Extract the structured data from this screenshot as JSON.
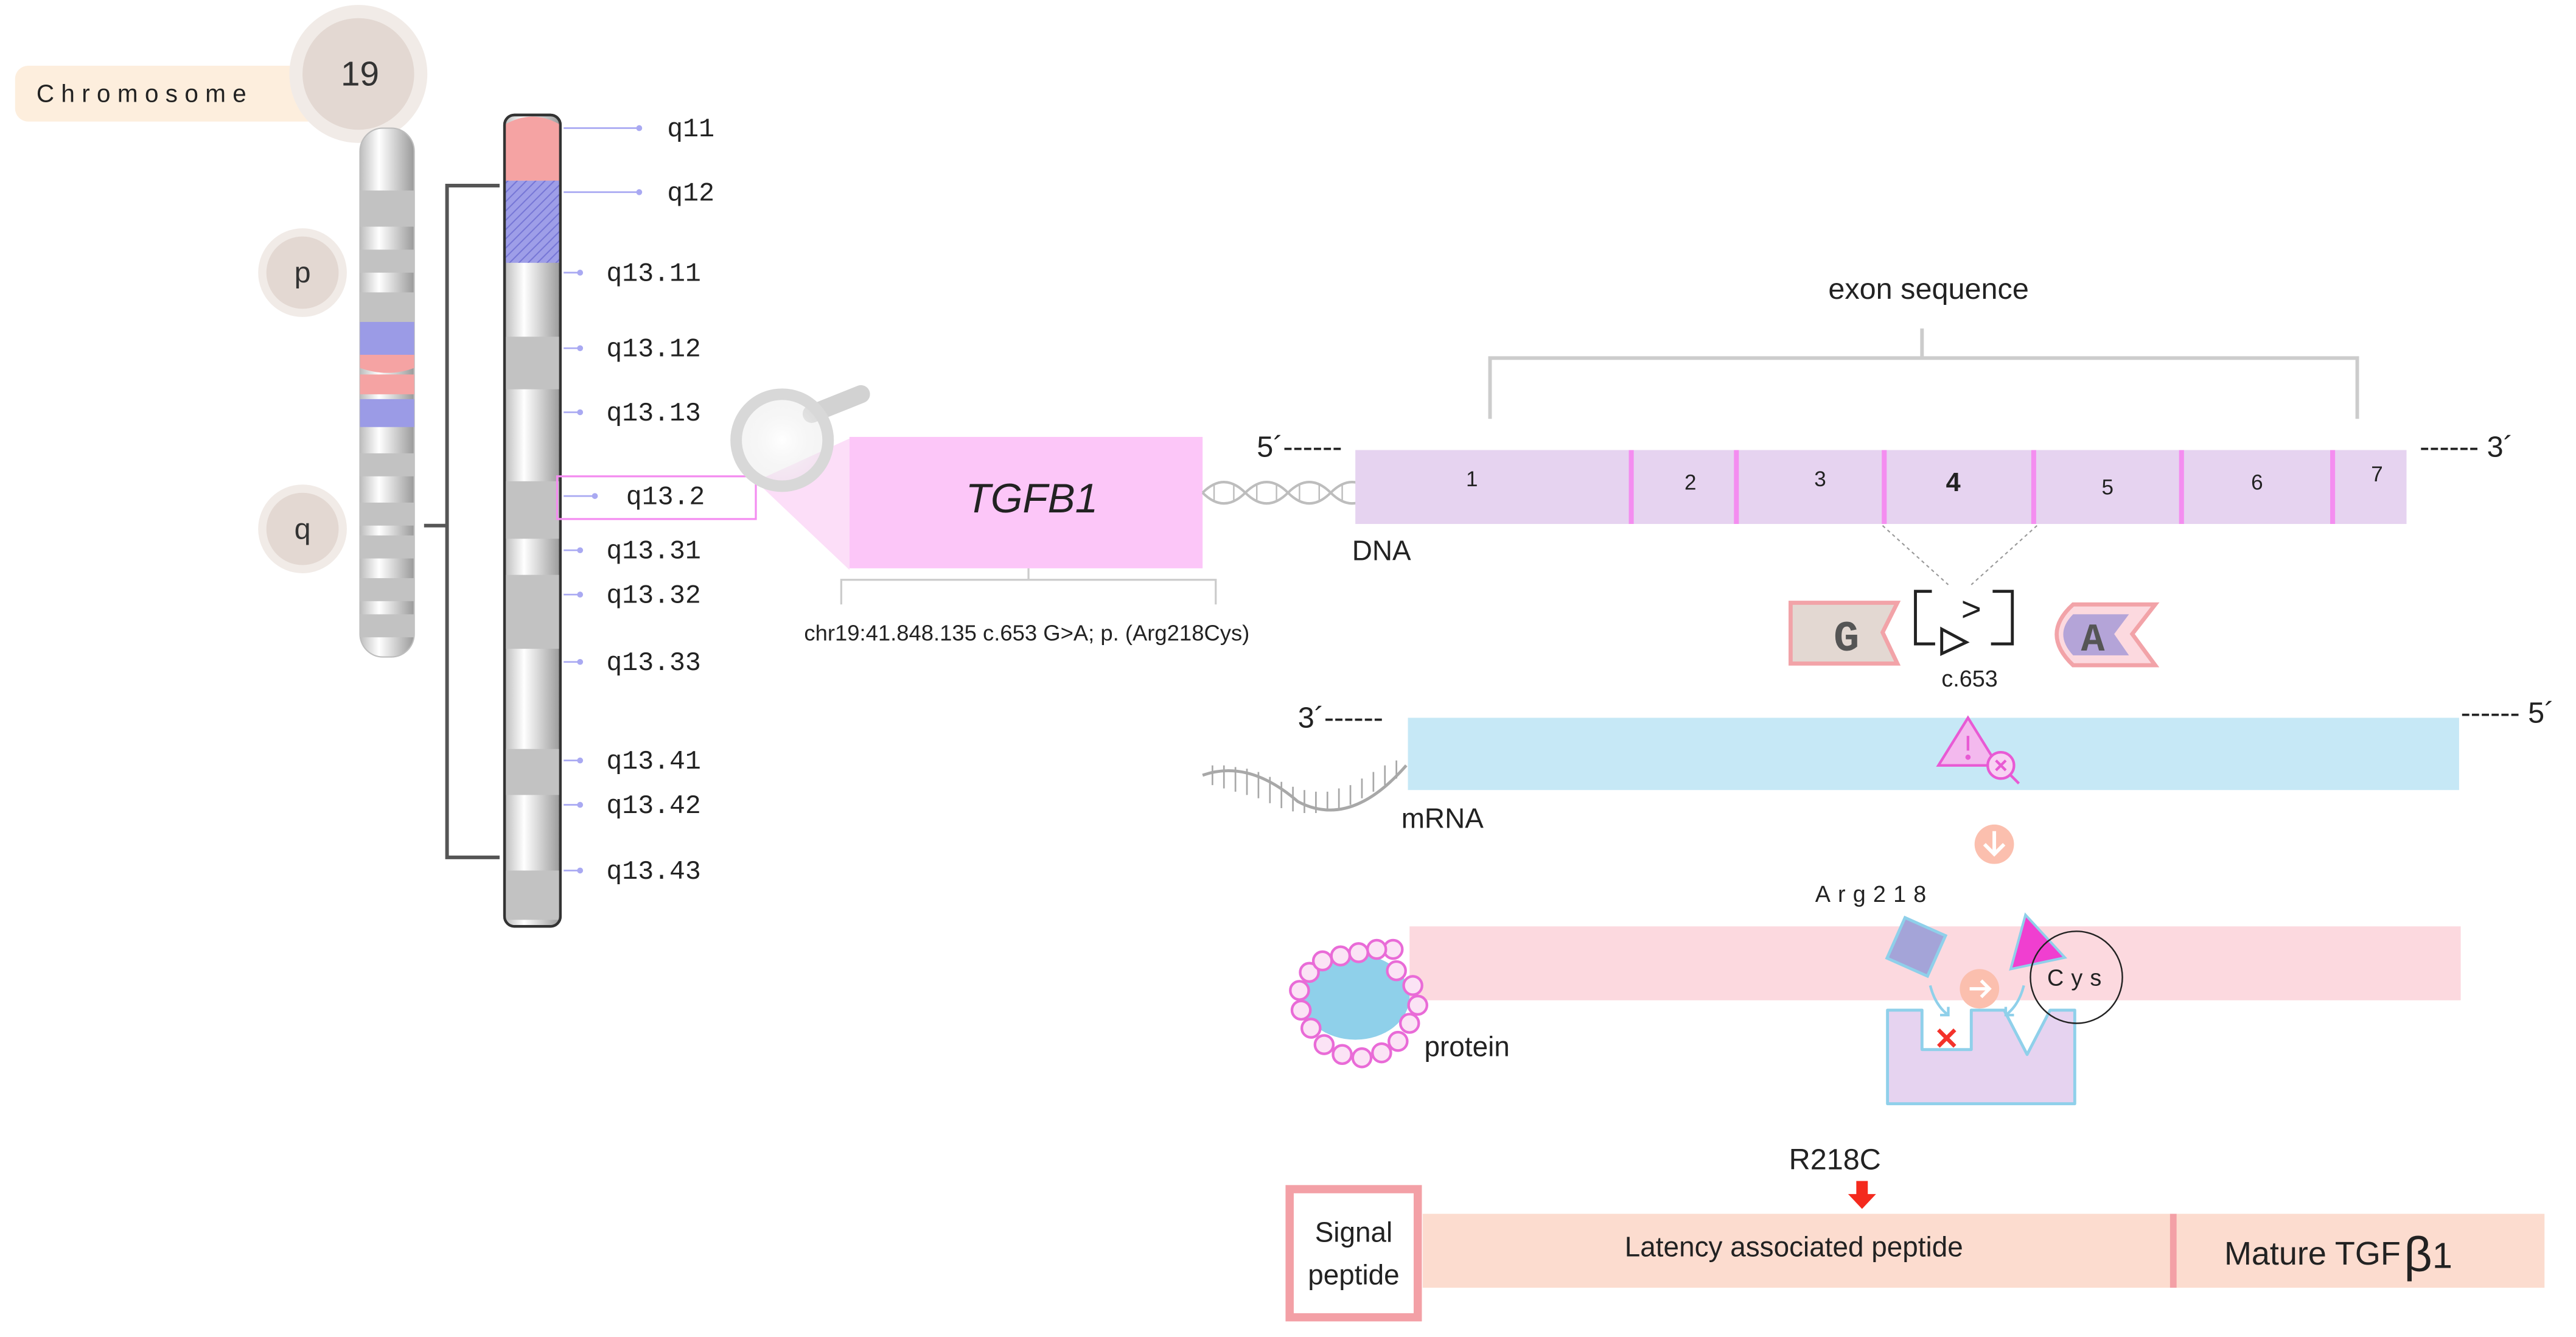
{
  "chromosome": {
    "label": "Chromosome",
    "number": "19",
    "arm_p": "p",
    "arm_q": "q",
    "bands": [
      "q11",
      "q12",
      "q13.11",
      "q13.12",
      "q13.13",
      "q13.2",
      "q13.31",
      "q13.32",
      "q13.33",
      "q13.41",
      "q13.42",
      "q13.43"
    ],
    "highlighted_band": "q13.2"
  },
  "gene": {
    "name": "TGFB1",
    "variant": "chr19:41.848.135 c.653 G>A; p. (Arg218Cys)"
  },
  "dna": {
    "header": "exon sequence",
    "end_left": "5´------",
    "end_right": "------ 3´",
    "label": "DNA",
    "exons": [
      "1",
      "2",
      "3",
      "4",
      "5",
      "6",
      "7"
    ],
    "highlight_exon": "4"
  },
  "mutation": {
    "ref_base": "G",
    "alt_base": "A",
    "symbol": ">",
    "position": "c.653"
  },
  "mrna": {
    "end_left": "3´------",
    "end_right": "------ 5´",
    "label": "mRNA"
  },
  "protein": {
    "label": "protein",
    "ref_residue": "Arg218",
    "alt_residue": "Cys"
  },
  "domains": {
    "variant_label": "R218C",
    "signal_line1": "Signal",
    "signal_line2": "peptide",
    "lap": "Latency associated peptide",
    "mature": "Mature TGF",
    "mature_beta": "β",
    "mature_sub": "1"
  },
  "colors": {
    "pink_band": "#f5a3a3",
    "blue_band": "#9b9be6",
    "gene_box": "#fcc6f8",
    "dna_bar": "#e6d3f0",
    "exon_divider": "#f48df0",
    "mrna_bar": "#c6e8f6",
    "protein_bar": "#fcd9df",
    "domain_bar": "#fcdccf",
    "circle_fill": "#e3d8d2"
  }
}
